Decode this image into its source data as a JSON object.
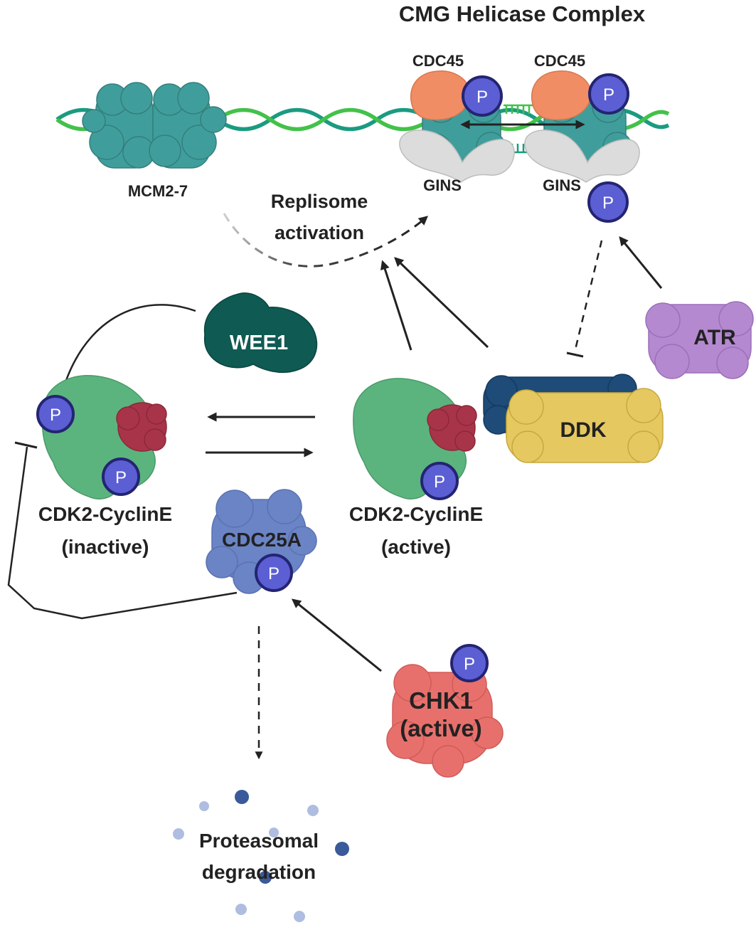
{
  "title": "CMG Helicase Complex",
  "labels": {
    "mcm": "MCM2-7",
    "cdc45_left": "CDC45",
    "cdc45_right": "CDC45",
    "gins_left": "GINS",
    "gins_right": "GINS",
    "replisome_line1": "Replisome",
    "replisome_line2": "activation",
    "wee1": "WEE1",
    "atr": "ATR",
    "ddk": "DDK",
    "cdk2_inactive_line1": "CDK2-CyclinE",
    "cdk2_inactive_line2": "(inactive)",
    "cdk2_active_line1": "CDK2-CyclinE",
    "cdk2_active_line2": "(active)",
    "cdc25a": "CDC25A",
    "chk1_line1": "CHK1",
    "chk1_line2": "(active)",
    "proteasome_line1": "Proteasomal",
    "proteasome_line2": "degradation"
  },
  "phospho": "P",
  "colors": {
    "dna_dark": "#1a9b80",
    "dna_light": "#43c14a",
    "mcm": "#3f9e9b",
    "cdc45": "#f08d64",
    "gins": "#dcdcdc",
    "phospho_fill": "#5b5fd3",
    "phospho_ring": "#242473",
    "wee1": "#0f5a52",
    "atr": "#b489cf",
    "ddk_back": "#1e4b78",
    "ddk_front": "#e6c860",
    "cdk2": "#5bb47d",
    "cyclin": "#a8344a",
    "cdc25a": "#6a84c6",
    "chk1": "#e8706c",
    "arrow": "#222222",
    "dot_dark": "#3a5a9a",
    "dot_light": "#aebde0"
  }
}
